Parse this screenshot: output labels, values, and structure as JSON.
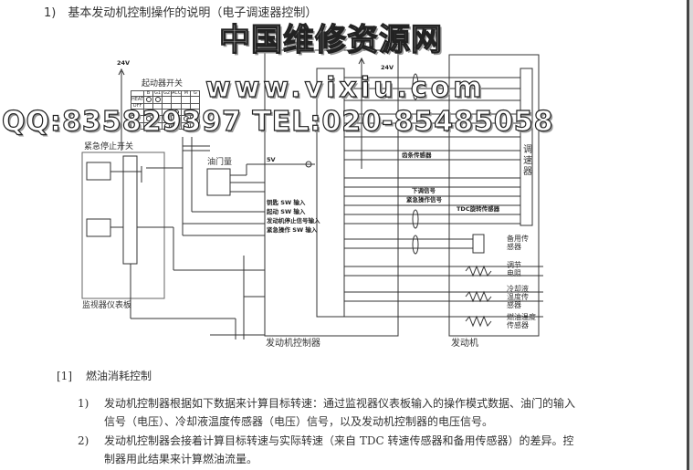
{
  "title": "1)　基本发动机控制操作的说明（电子调速器控制）",
  "diagram": {
    "v24_left": "24V",
    "v24_right": "24V",
    "v5": "5V",
    "starter_switch": {
      "label": "起动器开关",
      "columns": [
        "B",
        "G1",
        "G2",
        "ACC",
        "M",
        "G"
      ],
      "rows": [
        "HEAT",
        "OFF",
        "",
        "",
        ""
      ]
    },
    "emergency_stop": "紧急停止开关",
    "monitor_panel": "监视器仪表板",
    "throttle": "油门量",
    "ecu_inputs": [
      "钥匙 SW 输入",
      "起动 SW 输入",
      "发动机停止信号输入",
      "紧急操作 SW 输入"
    ],
    "signals": {
      "rack": "齿条传感器",
      "down": "下调信号",
      "emergency_op": "紧急操作信号",
      "tdc": "TDC旋转传感器"
    },
    "governor": "调速器",
    "sensors": {
      "backup": "备用传感器",
      "adjust": "调节电阻",
      "coolant": "冷却液温度传感器",
      "fuel_temp": "燃油温度传感器"
    },
    "ecu_label": "发动机控制器",
    "engine_label": "发动机"
  },
  "watermark": {
    "site": "中国维修资源网",
    "url": "www.vixiu.com",
    "contact": "QQ:835829397 TEL:020-85485058"
  },
  "section": {
    "heading_num": "[1]",
    "heading": "燃油消耗控制",
    "items": [
      {
        "num": "1)",
        "line1": "发动机控制器根据如下数据来计算目标转速：通过监视器仪表板输入的操作模式数据、油门的输入",
        "line2": "信号（电压）、冷却液温度传感器（电压）信号，以及发动机控制器的电压信号。"
      },
      {
        "num": "2)",
        "line1": "发动机控制器会接着计算目标转速与实际转速（来自 TDC 转速传感器和备用传感器）的差异。控",
        "line2": "制器用此结果来计算燃油流量。"
      }
    ]
  }
}
